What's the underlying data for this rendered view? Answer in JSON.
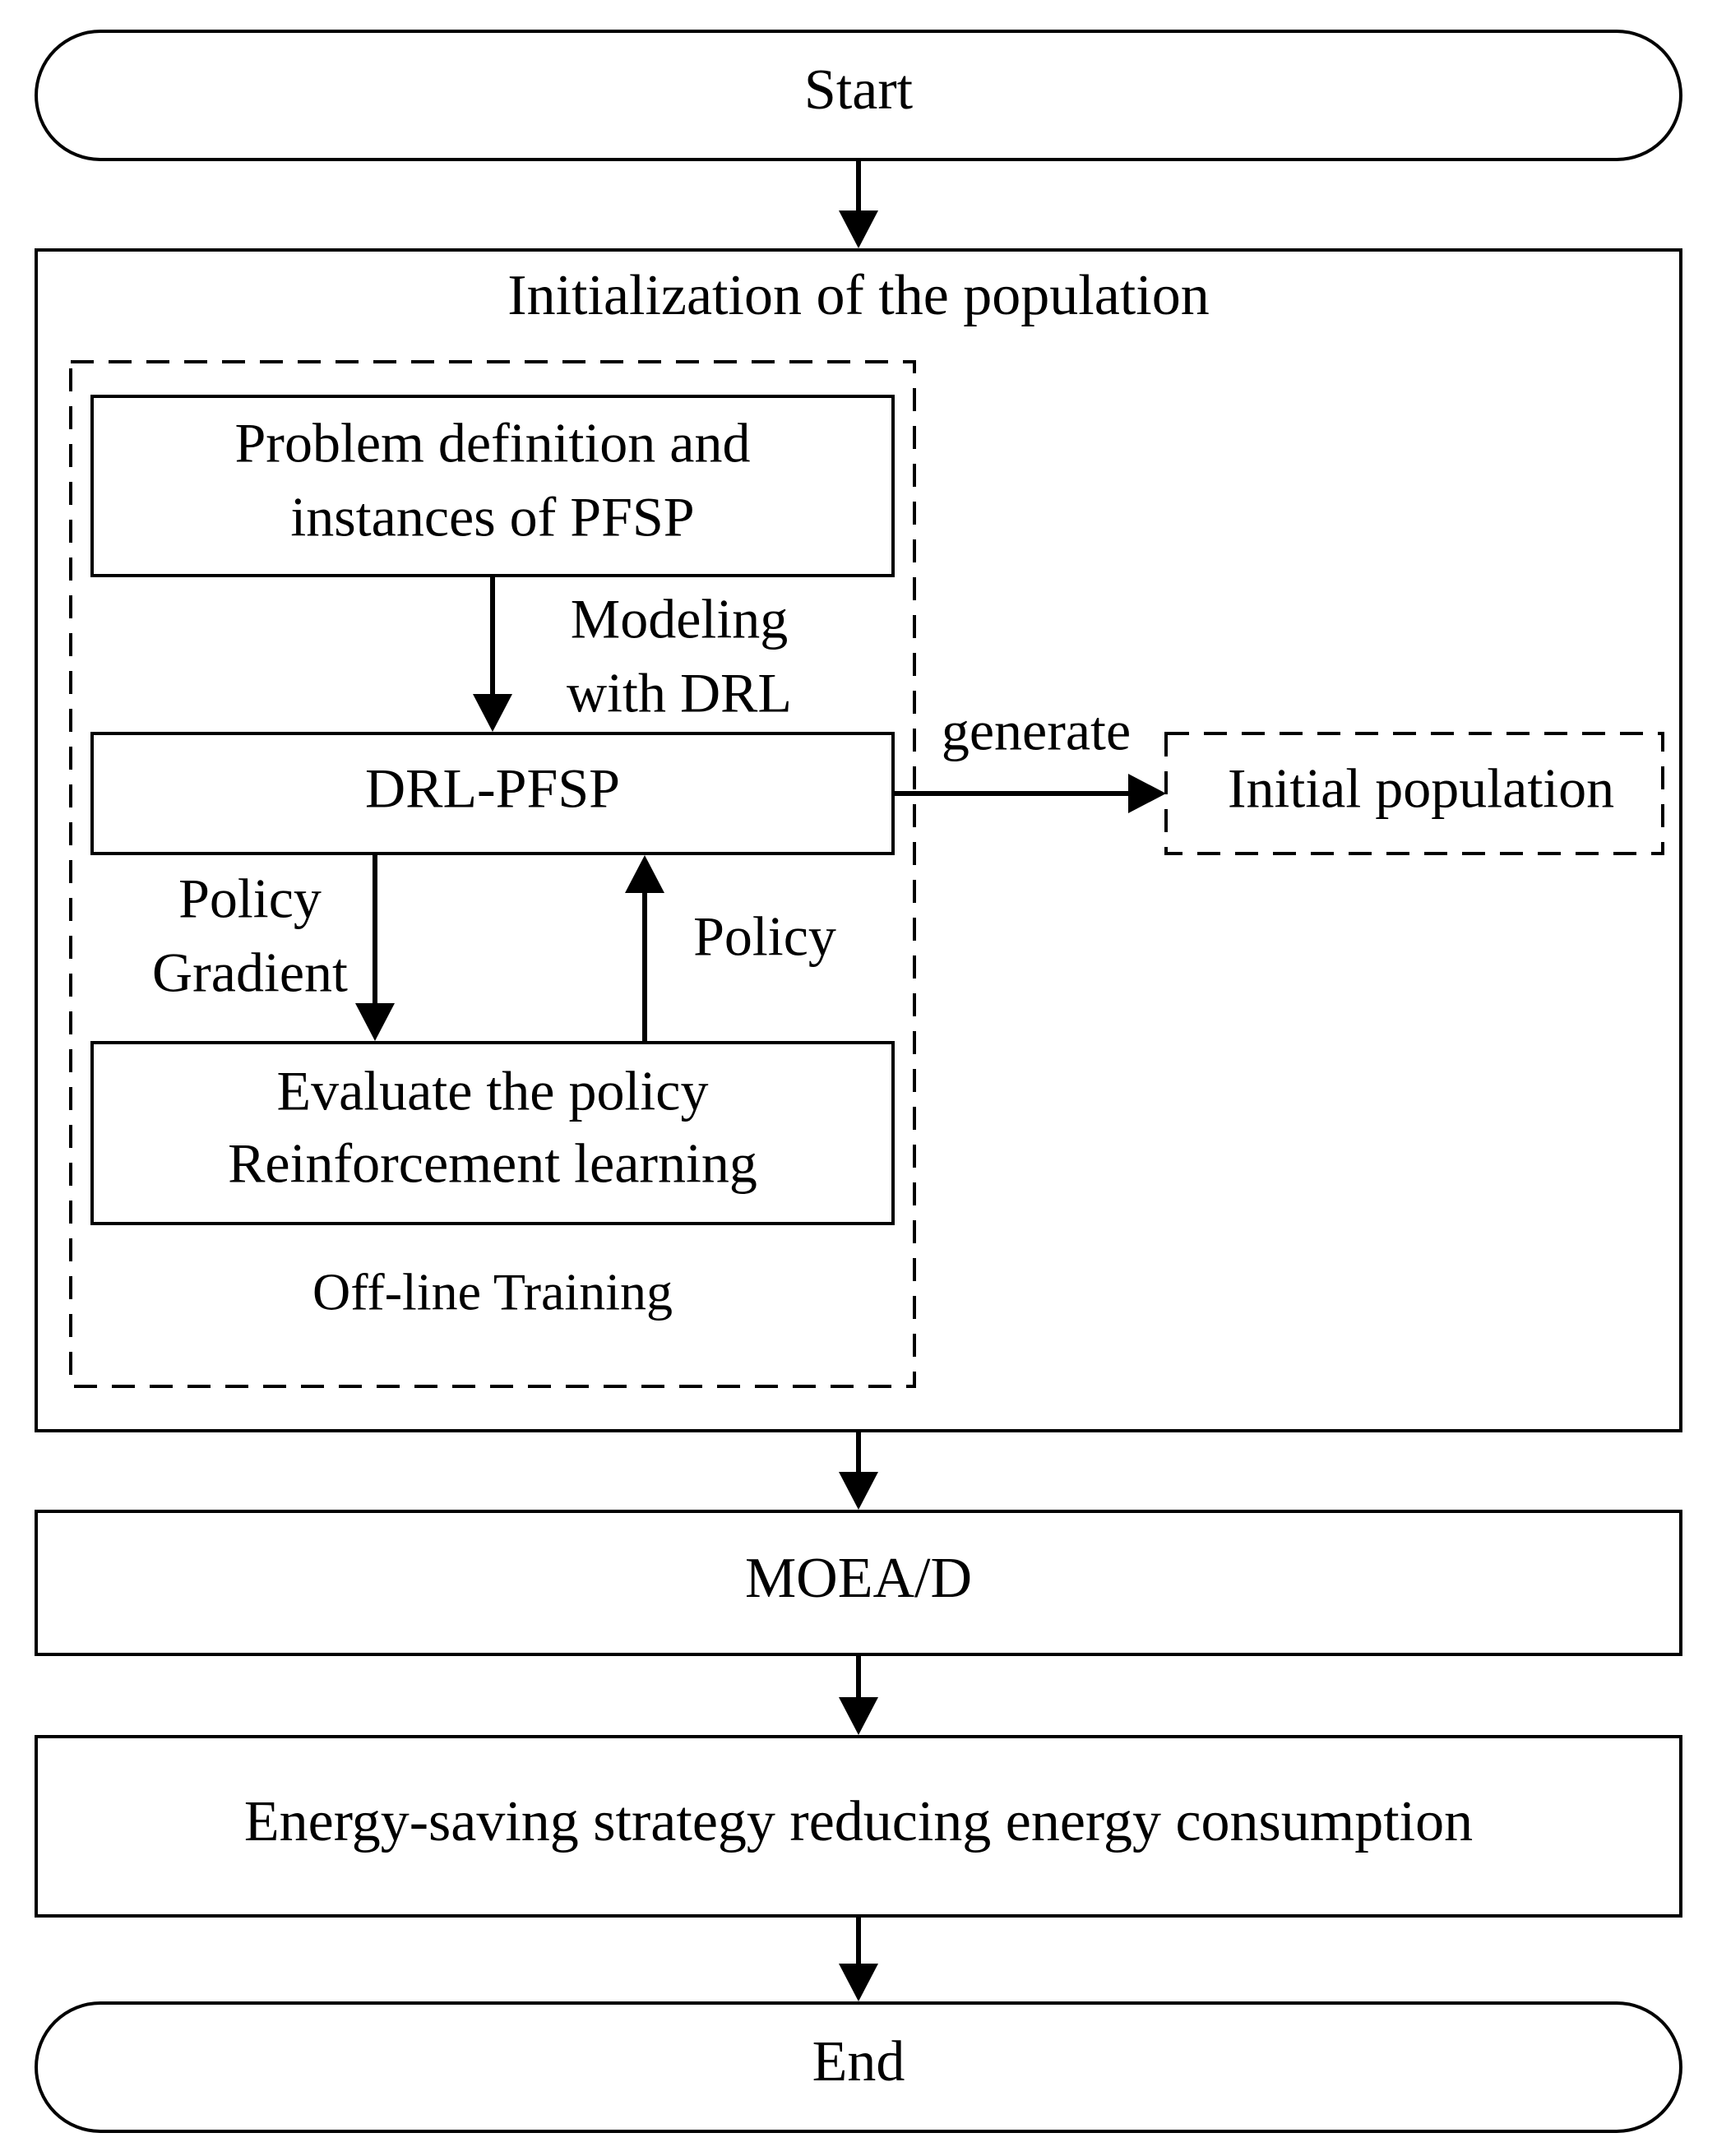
{
  "nodes": {
    "start": "Start",
    "init_title": "Initialization of the population",
    "problem_line1": "Problem definition and",
    "problem_line2": "instances of PFSP",
    "drl_pfsp": "DRL-PFSP",
    "evaluate_line1": "Evaluate the policy",
    "evaluate_line2": "Reinforcement learning",
    "offline_training": "Off-line Training",
    "initial_population": "Initial population",
    "moead": "MOEA/D",
    "energy": "Energy-saving strategy reducing energy consumption",
    "end": "End"
  },
  "edges": {
    "modeling_line1": "Modeling",
    "modeling_line2": "with DRL",
    "generate": "generate",
    "policy_gradient_line1": "Policy",
    "policy_gradient_line2": "Gradient",
    "policy": "Policy"
  },
  "colors": {
    "stroke": "#000000",
    "background": "#ffffff"
  }
}
